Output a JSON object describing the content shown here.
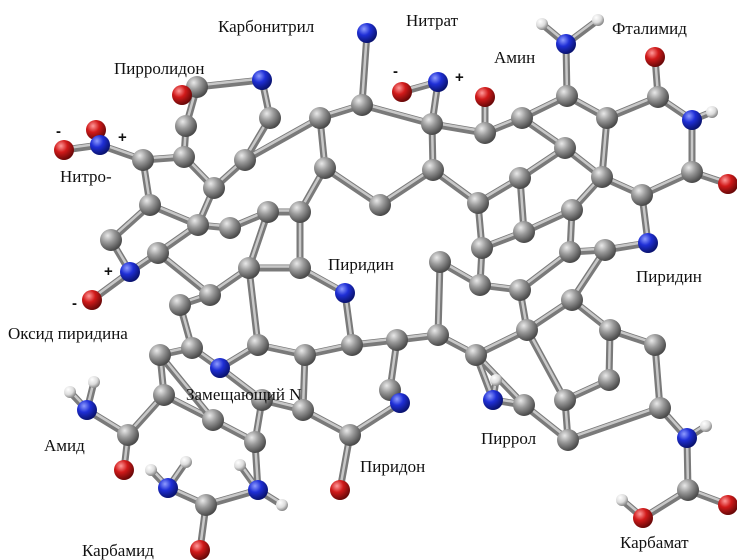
{
  "labels": {
    "carbonitrile": "Карбонитрил",
    "nitrate": "Нитрат",
    "amine": "Амин",
    "phthalimide": "Фталимид",
    "pyrrolidone": "Пирролидон",
    "nitro": "Нитро-",
    "pyridine_center": "Пиридин",
    "pyridine_right": "Пиридин",
    "pyridine_oxide": "Оксид пиридина",
    "substituting_n": "Замещающий N",
    "amide": "Амид",
    "pyrrole": "Пиррол",
    "pyridone": "Пиридон",
    "carbamide": "Карбамид",
    "carbamate": "Карбамат"
  },
  "charges": {
    "nitro_minus": "-",
    "nitro_plus": "+",
    "nitrate_minus": "-",
    "nitrate_plus": "+",
    "oxide_plus": "+",
    "oxide_minus": "-"
  },
  "colors": {
    "carbon": "#8c8c8c",
    "nitrogen": "#1f2fd6",
    "oxygen": "#d11a1a",
    "hydrogen": "#e8e8e8"
  }
}
